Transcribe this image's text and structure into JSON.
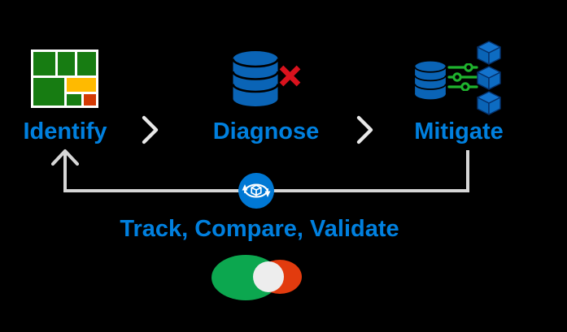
{
  "diagram": {
    "steps": [
      {
        "label": "Identify",
        "icon": "treemap-icon"
      },
      {
        "label": "Diagnose",
        "icon": "database-error-icon"
      },
      {
        "label": "Mitigate",
        "icon": "database-sliders-cubes-icon"
      }
    ],
    "separator_icon": "chevron-right-icon",
    "loop": {
      "label": "Track, Compare, Validate",
      "badge_icon": "sync-cube-icon",
      "bottom_icon": "venn-diagram-icon"
    }
  },
  "colors": {
    "background": "#000000",
    "text_blue": "#0080DF",
    "database_blue": "#0A64B6",
    "cube_top_blue": "#1373CD",
    "cube_left_blue": "#0A64B6",
    "cube_right_blue": "#0D6CC2",
    "cube_edge_blue": "#05316B",
    "error_red": "#D9121D",
    "treemap_bg": "#FFFFFF",
    "treemap_green": "#177C12",
    "treemap_amber": "#FFBA00",
    "treemap_red": "#D33A05",
    "slider_green": "#1FB32E",
    "loop_gray": "#D6D6D6",
    "chevron_gray": "#E8E8E8",
    "sync_circle_blue": "#0078D4",
    "venn_green": "#0CA74F",
    "venn_red": "#E23B0E",
    "venn_overlap_white": "#EDEDED"
  }
}
